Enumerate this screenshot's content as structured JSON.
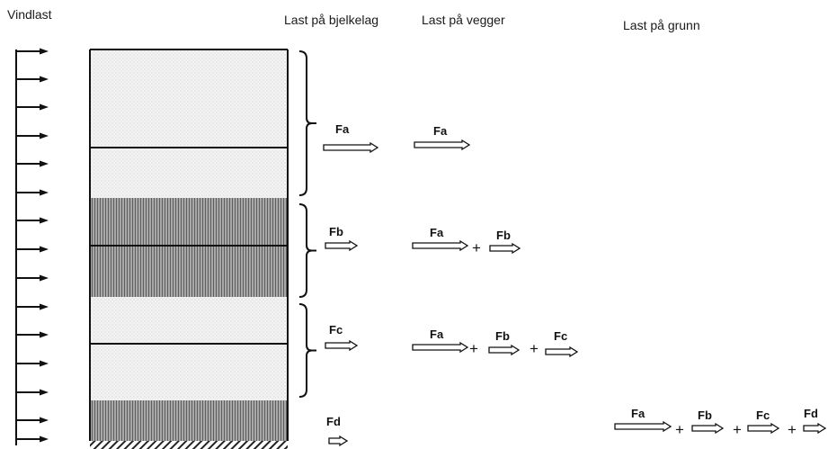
{
  "headers": {
    "wind": "Vindlast",
    "floor": "Last på bjelkelag",
    "walls": "Last på vegger",
    "ground": "Last på grunn"
  },
  "plus": "+",
  "floor_loads": {
    "a": "Fa",
    "b": "Fb",
    "c": "Fc",
    "d": "Fd"
  },
  "wall_loads": {
    "row_a": [
      "Fa"
    ],
    "row_b": [
      "Fa",
      "Fb"
    ],
    "row_c": [
      "Fa",
      "Fb",
      "Fc"
    ]
  },
  "ground_loads": [
    "Fa",
    "Fb",
    "Fc",
    "Fd"
  ],
  "colors": {
    "line": "#111111",
    "light_fill": "#f2f2f2",
    "dark_fill": "#8c8c8c"
  }
}
